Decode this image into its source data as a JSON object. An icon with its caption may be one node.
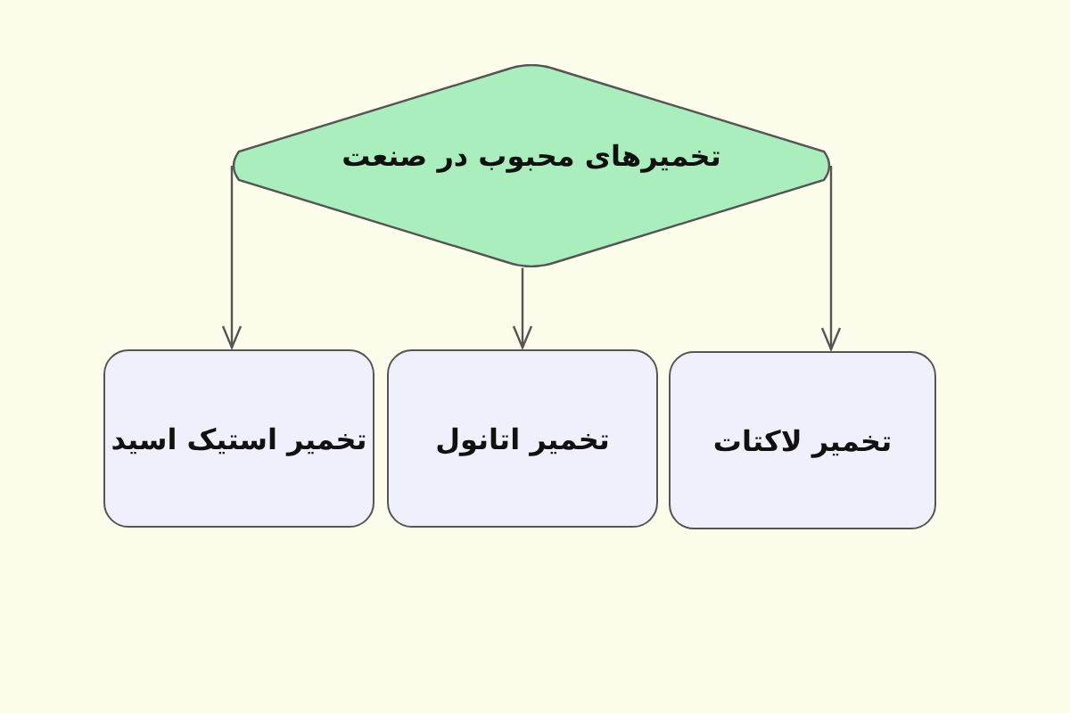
{
  "diagram": {
    "nodes": [
      {
        "text": [
          "تخمیرهای محبوب در صنعت"
        ]
      },
      {
        "text": [
          "تخمیر لاکتات"
        ]
      },
      {
        "text": [
          "تخمیر اتانول"
        ]
      },
      {
        "text": [
          "تخمیر استیک اسید"
        ]
      }
    ],
    "edges": [
      {
        "from": 0,
        "to": 1,
        "arrow": "to"
      },
      {
        "from": 0,
        "to": 2,
        "arrow": "to"
      },
      {
        "from": 0,
        "to": 3,
        "arrow": "to"
      }
    ]
  }
}
